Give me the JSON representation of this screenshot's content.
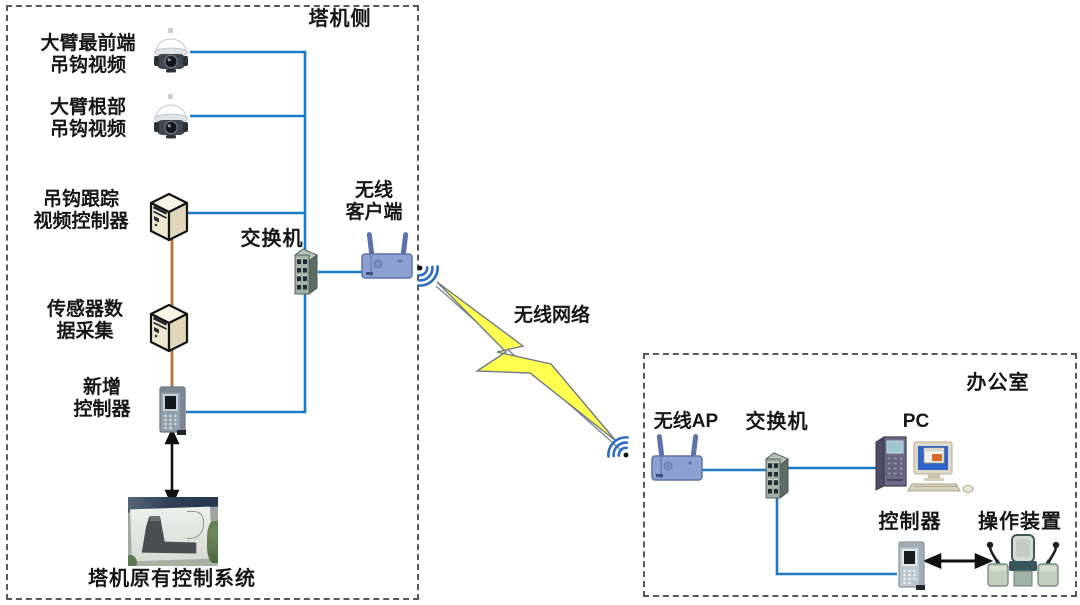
{
  "colors": {
    "ethernet_line": "#1b7ac1",
    "serial_line": "#bf6f33",
    "arrow_black": "#111111",
    "bolt_yellow": "#ffff4f",
    "wifi_blue": "#2e6fc3",
    "dashed_border": "#55595f"
  },
  "tower": {
    "title": "塔机侧",
    "camera_front": {
      "line1": "大臂最前端",
      "line2": "吊钩视频"
    },
    "camera_root": {
      "line1": "大臂根部",
      "line2": "吊钩视频"
    },
    "video_controller": {
      "line1": "吊钩跟踪",
      "line2": "视频控制器"
    },
    "sensor": {
      "line1": "传感器数",
      "line2": "据采集"
    },
    "new_controller": {
      "line1": "新增",
      "line2": "控制器"
    },
    "switch_label": "交换机",
    "wireless_client": {
      "line1": "无线",
      "line2": "客户端"
    },
    "original_system_label": "塔机原有控制系统"
  },
  "link": {
    "label": "无线网络"
  },
  "office": {
    "title": "办公室",
    "ap_label": "无线AP",
    "switch_label": "交换机",
    "pc_label": "PC",
    "controller_label": "控制器",
    "operating_label": "操作装置"
  },
  "icons": {
    "camera": "dome-camera-icon",
    "tower_pc": "tower-pc-icon",
    "plc": "plc-controller-icon",
    "switch": "ethernet-switch-icon",
    "router": "wireless-router-icon",
    "pc": "desktop-pc-icon",
    "joystick": "operator-seat-joystick-icon",
    "wifi": "wifi-signal-icon",
    "lightning": "lightning-bolt-icon"
  }
}
